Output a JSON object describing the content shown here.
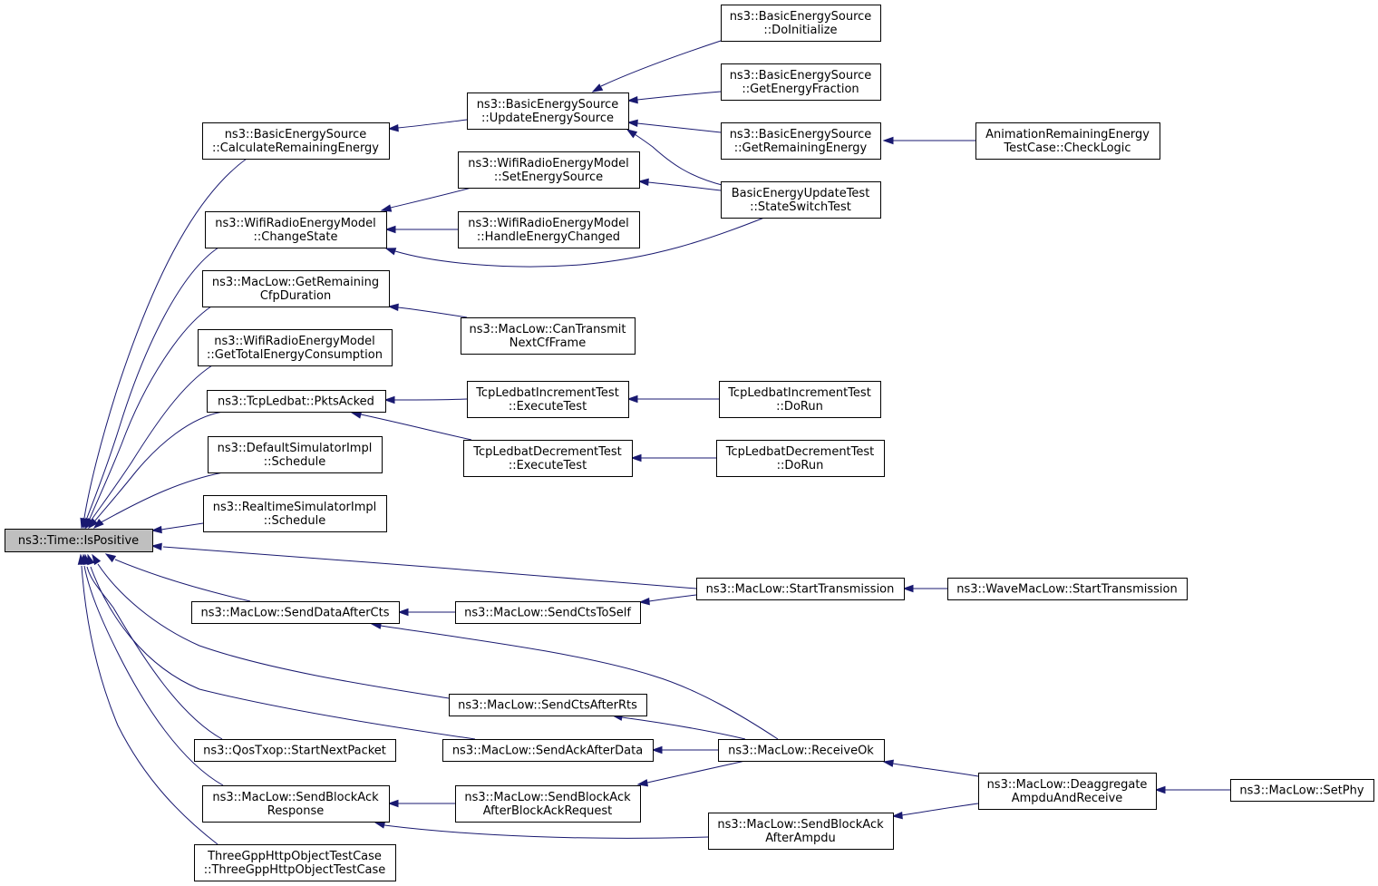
{
  "colors": {
    "edge": "#191970",
    "root_fill": "#bfbfbf",
    "node_fill": "#ffffff",
    "node_stroke": "#000000"
  },
  "nodes": {
    "n0": {
      "lines": [
        "ns3::Time::IsPositive"
      ]
    },
    "n1": {
      "lines": [
        "ns3::BasicEnergySource",
        "::CalculateRemainingEnergy"
      ]
    },
    "n2": {
      "lines": [
        "ns3::BasicEnergySource",
        "::UpdateEnergySource"
      ]
    },
    "n3": {
      "lines": [
        "ns3::BasicEnergySource",
        "::DoInitialize"
      ]
    },
    "n4": {
      "lines": [
        "ns3::BasicEnergySource",
        "::GetEnergyFraction"
      ]
    },
    "n5": {
      "lines": [
        "ns3::BasicEnergySource",
        "::GetRemainingEnergy"
      ]
    },
    "n6": {
      "lines": [
        "AnimationRemainingEnergy",
        "TestCase::CheckLogic"
      ]
    },
    "n7": {
      "lines": [
        "BasicEnergyUpdateTest",
        "::StateSwitchTest"
      ]
    },
    "n8": {
      "lines": [
        "ns3::WifiRadioEnergyModel",
        "::ChangeState"
      ]
    },
    "n9": {
      "lines": [
        "ns3::WifiRadioEnergyModel",
        "::SetEnergySource"
      ]
    },
    "n10": {
      "lines": [
        "ns3::WifiRadioEnergyModel",
        "::HandleEnergyChanged"
      ]
    },
    "n11": {
      "lines": [
        "ns3::MacLow::GetRemaining",
        "CfpDuration"
      ]
    },
    "n12": {
      "lines": [
        "ns3::MacLow::CanTransmit",
        "NextCfFrame"
      ]
    },
    "n13": {
      "lines": [
        "ns3::WifiRadioEnergyModel",
        "::GetTotalEnergyConsumption"
      ]
    },
    "n14": {
      "lines": [
        "ns3::TcpLedbat::PktsAcked"
      ]
    },
    "n15": {
      "lines": [
        "TcpLedbatIncrementTest",
        "::ExecuteTest"
      ]
    },
    "n16": {
      "lines": [
        "TcpLedbatIncrementTest",
        "::DoRun"
      ]
    },
    "n17": {
      "lines": [
        "TcpLedbatDecrementTest",
        "::ExecuteTest"
      ]
    },
    "n18": {
      "lines": [
        "TcpLedbatDecrementTest",
        "::DoRun"
      ]
    },
    "n19": {
      "lines": [
        "ns3::DefaultSimulatorImpl",
        "::Schedule"
      ]
    },
    "n20": {
      "lines": [
        "ns3::RealtimeSimulatorImpl",
        "::Schedule"
      ]
    },
    "n21": {
      "lines": [
        "ns3::MacLow::StartTransmission"
      ]
    },
    "n22": {
      "lines": [
        "ns3::WaveMacLow::StartTransmission"
      ]
    },
    "n23": {
      "lines": [
        "ns3::MacLow::SendDataAfterCts"
      ]
    },
    "n24": {
      "lines": [
        "ns3::MacLow::SendCtsToSelf"
      ]
    },
    "n25": {
      "lines": [
        "ns3::MacLow::SendCtsAfterRts"
      ]
    },
    "n26": {
      "lines": [
        "ns3::MacLow::SendAckAfterData"
      ]
    },
    "n27": {
      "lines": [
        "ns3::MacLow::ReceiveOk"
      ]
    },
    "n28": {
      "lines": [
        "ns3::QosTxop::StartNextPacket"
      ]
    },
    "n29": {
      "lines": [
        "ns3::MacLow::SendBlockAck",
        "Response"
      ]
    },
    "n30": {
      "lines": [
        "ns3::MacLow::SendBlockAck",
        "AfterBlockAckRequest"
      ]
    },
    "n31": {
      "lines": [
        "ns3::MacLow::Deaggregate",
        "AmpduAndReceive"
      ]
    },
    "n32": {
      "lines": [
        "ns3::MacLow::SetPhy"
      ]
    },
    "n33": {
      "lines": [
        "ns3::MacLow::SendBlockAck",
        "AfterAmpdu"
      ]
    },
    "n34": {
      "lines": [
        "ThreeGppHttpObjectTestCase",
        "::ThreeGppHttpObjectTestCase"
      ]
    }
  },
  "edges": [
    [
      "n1",
      "n0"
    ],
    [
      "n8",
      "n0"
    ],
    [
      "n11",
      "n0"
    ],
    [
      "n13",
      "n0"
    ],
    [
      "n14",
      "n0"
    ],
    [
      "n19",
      "n0"
    ],
    [
      "n20",
      "n0"
    ],
    [
      "n21",
      "n0"
    ],
    [
      "n23",
      "n0"
    ],
    [
      "n25",
      "n0"
    ],
    [
      "n26",
      "n0"
    ],
    [
      "n28",
      "n0"
    ],
    [
      "n29",
      "n0"
    ],
    [
      "n34",
      "n0"
    ],
    [
      "n2",
      "n1"
    ],
    [
      "n3",
      "n2"
    ],
    [
      "n4",
      "n2"
    ],
    [
      "n5",
      "n2"
    ],
    [
      "n7",
      "n2"
    ],
    [
      "n6",
      "n5"
    ],
    [
      "n9",
      "n8"
    ],
    [
      "n10",
      "n8"
    ],
    [
      "n7",
      "n8"
    ],
    [
      "n7",
      "n9"
    ],
    [
      "n12",
      "n11"
    ],
    [
      "n15",
      "n14"
    ],
    [
      "n17",
      "n14"
    ],
    [
      "n16",
      "n15"
    ],
    [
      "n18",
      "n17"
    ],
    [
      "n24",
      "n23"
    ],
    [
      "n27",
      "n23"
    ],
    [
      "n21",
      "n24"
    ],
    [
      "n22",
      "n21"
    ],
    [
      "n27",
      "n25"
    ],
    [
      "n27",
      "n26"
    ],
    [
      "n31",
      "n27"
    ],
    [
      "n30",
      "n29"
    ],
    [
      "n33",
      "n29"
    ],
    [
      "n27",
      "n30"
    ],
    [
      "n31",
      "n33"
    ],
    [
      "n32",
      "n31"
    ]
  ]
}
